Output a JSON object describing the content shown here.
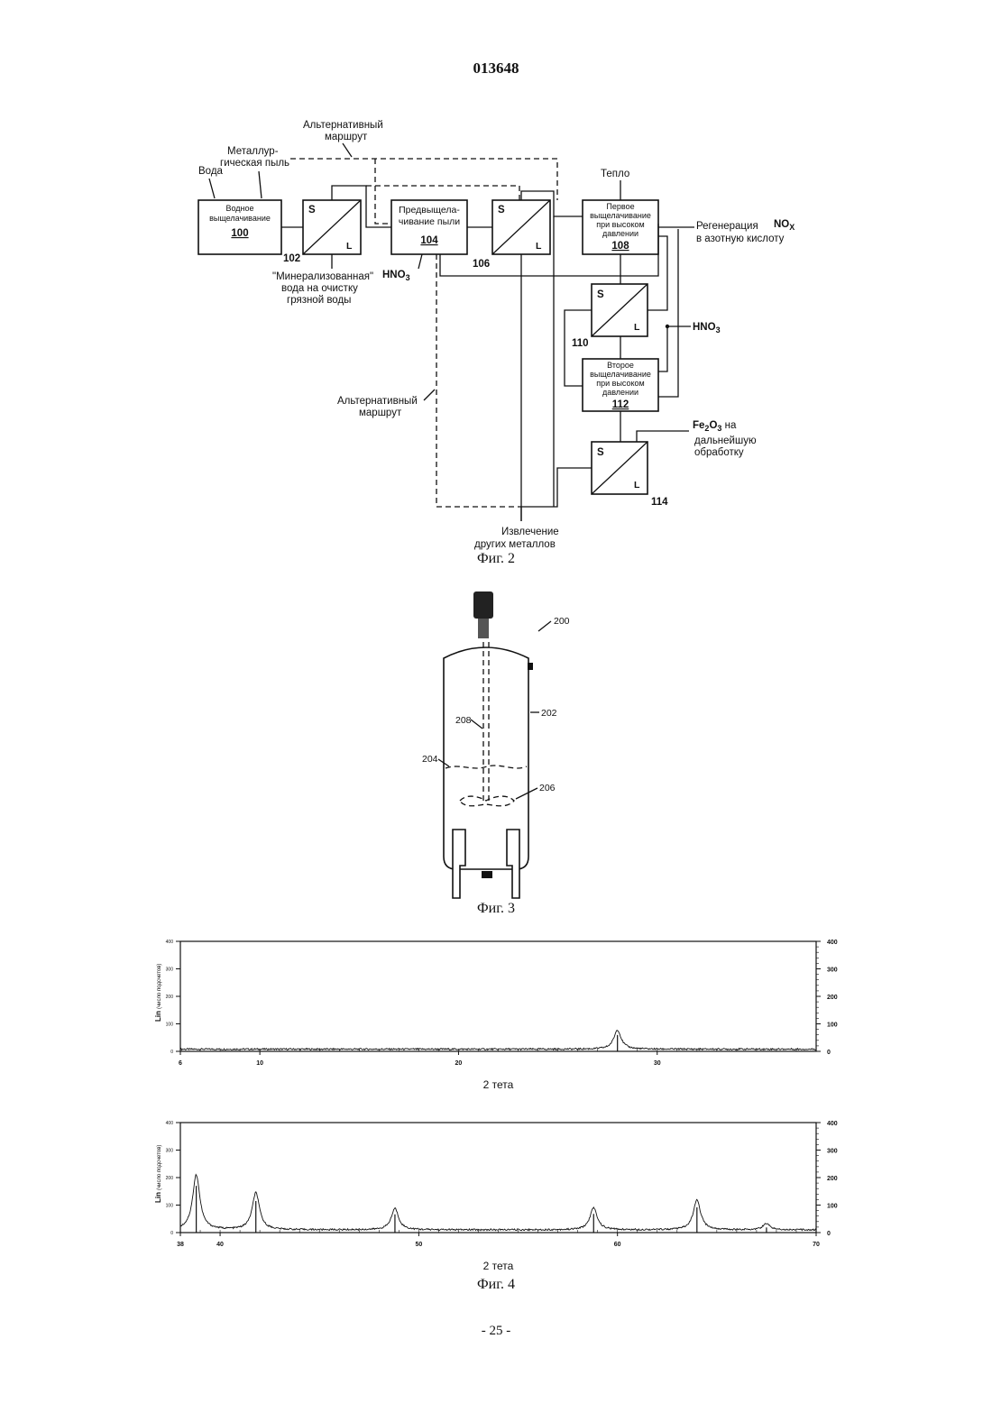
{
  "header": {
    "doc_number": "013648"
  },
  "fig2": {
    "caption": "Фиг. 2",
    "boxes": {
      "b100_text": [
        "Водное",
        "выщелачивание"
      ],
      "b100_num": "100",
      "b104_text": [
        "Предвыщела-",
        "чивание пыли"
      ],
      "b104_num": "104",
      "b108_text": [
        "Первое",
        "выщелачивание",
        "при высоком",
        "давлении"
      ],
      "b108_num": "108",
      "b112_text": [
        "Второе",
        "выщелачивание",
        "при высоком",
        "давлении"
      ],
      "b112_num": "112"
    },
    "separator": {
      "s": "S",
      "l": "L"
    },
    "refs": {
      "r102": "102",
      "r106": "106",
      "r110": "110",
      "r114": "114"
    },
    "labels": {
      "alt_route_top": [
        "Альтернативный",
        "маршрут"
      ],
      "metal_dust": [
        "Металлур-",
        "гическая пыль"
      ],
      "water": "Вода",
      "heat": "Тепло",
      "mineralized": [
        "\"Минерализованная\"",
        "вода на очистку",
        "грязной воды"
      ],
      "hno3": "HNO",
      "hno3_sub": "3",
      "regeneration": [
        "Регенерация",
        "в азотную кислоту"
      ],
      "nox": "NO",
      "nox_sub": "X",
      "fe2o3": [
        "Fe",
        "2",
        "O",
        "3",
        " на"
      ],
      "fe2o3_rest": [
        "дальнейшую",
        "обработку"
      ],
      "alt_route_left": [
        "Альтернативный",
        "маршрут"
      ],
      "extraction": [
        "Извлечение",
        "других металлов"
      ]
    }
  },
  "fig3": {
    "caption": "Фиг. 3",
    "refs": {
      "r200": "200",
      "r202": "202",
      "r204": "204",
      "r206": "206",
      "r208": "208"
    }
  },
  "fig4": {
    "caption": "Фиг. 4",
    "chart_data": [
      {
        "type": "line",
        "xlabel": "2 тета",
        "ylabel": "Lin",
        "ylabel_small": "(число подсчетов)",
        "xlim": [
          6,
          38
        ],
        "xticks": [
          6,
          10,
          20,
          30
        ],
        "ylim": [
          0,
          400
        ],
        "yticks": [
          0,
          100,
          200,
          300,
          400
        ],
        "peaks": [
          {
            "x": 28.0,
            "y": 70
          }
        ],
        "baseline": 8
      },
      {
        "type": "line",
        "xlabel": "2 тета",
        "ylabel": "Lin",
        "ylabel_small": "(число подсчетов)",
        "xlim": [
          38,
          70
        ],
        "xticks": [
          38,
          40,
          50,
          60,
          70
        ],
        "ylim": [
          0,
          400
        ],
        "yticks": [
          0,
          100,
          200,
          300,
          400
        ],
        "peaks": [
          {
            "x": 38.8,
            "y": 200
          },
          {
            "x": 41.8,
            "y": 135
          },
          {
            "x": 48.8,
            "y": 78
          },
          {
            "x": 58.8,
            "y": 80
          },
          {
            "x": 64.0,
            "y": 108
          },
          {
            "x": 67.5,
            "y": 22
          }
        ],
        "baseline": 10
      }
    ]
  },
  "footer": {
    "page": "- 25 -"
  }
}
